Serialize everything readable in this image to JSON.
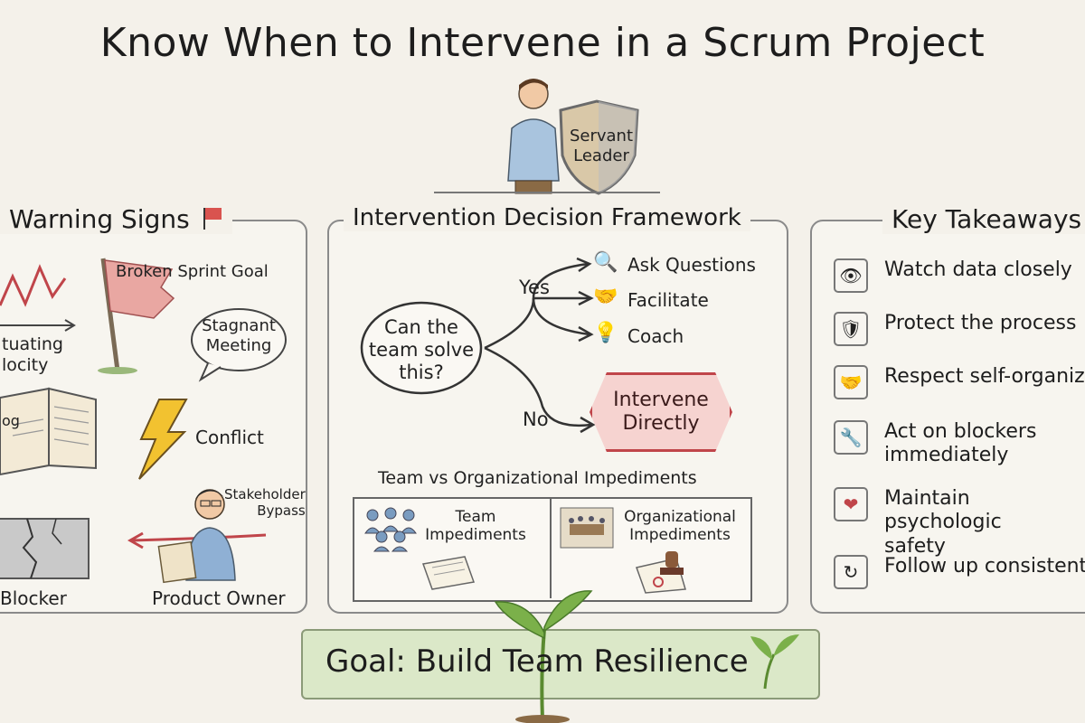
{
  "title": "Know When to Intervene in a Scrum Project",
  "servant_leader": {
    "shield_text": "Servant Leader"
  },
  "warning_signs": {
    "title": "Warning Signs",
    "items": {
      "velocity": "tuating\nlocity",
      "broken_goal": "Broken Sprint Goal",
      "stagnant": "Stagnant\nMeeting",
      "backlog": "og",
      "conflict": "Conflict",
      "stakeholder": "Stakeholder\nBypass",
      "blocker": "Blocker",
      "product_owner": "Product Owner"
    }
  },
  "framework": {
    "title": "Intervention Decision Framework",
    "question": "Can the\nteam solve\nthis?",
    "yes": "Yes",
    "no": "No",
    "yes_options": [
      {
        "label": "Ask Questions",
        "icon": "magnifier-icon"
      },
      {
        "label": "Facilitate",
        "icon": "handshake-icon"
      },
      {
        "label": "Coach",
        "icon": "lightbulb-icon"
      }
    ],
    "intervene": "Intervene\nDirectly",
    "impediments_title": "Team vs Organizational Impediments",
    "team_impediments": "Team\nImpediments",
    "org_impediments": "Organizational\nImpediments"
  },
  "takeaways": {
    "title": "Key Takeaways",
    "items": [
      {
        "text": "Watch data closely",
        "icon": "eye-icon",
        "glyph": "👁"
      },
      {
        "text": "Protect the process",
        "icon": "shield-icon",
        "glyph": "🛡"
      },
      {
        "text": "Respect self-organiz",
        "icon": "handshake-icon",
        "glyph": "🤝"
      },
      {
        "text": "Act on blockers\nimmediately",
        "icon": "wrench-icon",
        "glyph": "🔧"
      },
      {
        "text": "Maintain psychologic\nsafety",
        "icon": "heart-icon",
        "glyph": "❤"
      },
      {
        "text": "Follow up consistent",
        "icon": "refresh-icon",
        "glyph": "↻"
      }
    ]
  },
  "goal": "Goal: Build Team Resilience",
  "colors": {
    "background": "#f4f1ea",
    "red_flag": "#d9534f",
    "intervene_fill": "#f6d3d0",
    "goal_fill": "#dbe8c8",
    "lightning": "#f2c230",
    "plant": "#7bb04a"
  }
}
